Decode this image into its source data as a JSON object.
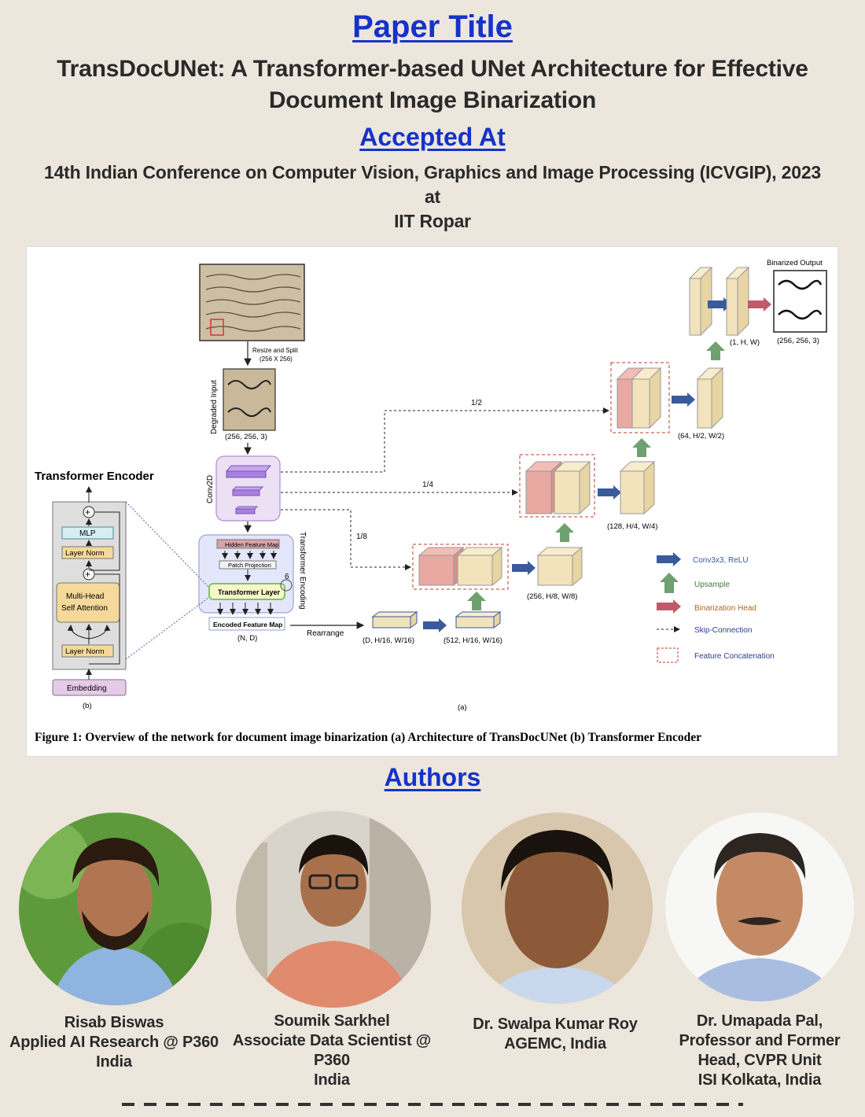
{
  "header": {
    "paper_title_heading": "Paper Title",
    "paper_title_line1": "TransDocUNet: A Transformer-based UNet Architecture for Effective",
    "paper_title_line2": "Document Image Binarization",
    "accepted_heading": "Accepted At",
    "conference": "14th Indian Conference on Computer Vision, Graphics and Image Processing (ICVGIP), 2023",
    "at": "at",
    "venue": "IIT Ropar"
  },
  "figure": {
    "caption": "Figure 1: Overview of the network for document image binarization (a) Architecture of TransDocUNet (b) Transformer Encoder",
    "labels": {
      "resize_split": "Resize and Split",
      "resize_dims": "(256 X 256)",
      "degraded_input": "Degraded Input",
      "input_shape": "(256, 256, 3)",
      "conv2d": "Conv2D",
      "hidden_feature_map": "Hidden Feature Map",
      "patch_projection": "Patch Projection",
      "transformer_layer": "Transformer Layer",
      "repeat": "6",
      "transformer_encoding": "Transformer Encoding",
      "encoded_feature_map": "Encoded Feature Map",
      "nd": "(N, D)",
      "rearrange": "Rearrange",
      "d_h16": "(D, H/16, W/16)",
      "c512_h16": "(512, H/16, W/16)",
      "c256_h8": "(256, H/8, W/8)",
      "c128_h4": "(128, H/4, W/4)",
      "c64_h2": "(64, H/2, W/2)",
      "c1_h": "(1, H, W)",
      "out_shape": "(256, 256, 3)",
      "binarized_output": "Binarized Output",
      "skip_half": "1/2",
      "skip_quarter": "1/4",
      "skip_eighth": "1/8",
      "label_a": "(a)",
      "label_b": "(b)",
      "te_title": "Transformer Encoder",
      "mlp": "MLP",
      "layer_norm": "Layer Norm",
      "mhsa_1": "Multi-Head",
      "mhsa_2": "Self Attention",
      "embedding": "Embedding"
    },
    "legend": {
      "conv": "Conv3x3, ReLU",
      "upsample": "Upsample",
      "bin_head": "Binarization Head",
      "skip": "Skip-Connection",
      "concat": "Feature Concatenation"
    },
    "colors": {
      "conv_arrow": "#3a5a9c",
      "up_arrow": "#6fa06f",
      "head_arrow": "#c05a6a",
      "feature_block": "#f2e3bc",
      "concat_block": "#e8a9a2",
      "concat_border": "#c0392b"
    }
  },
  "authors_heading": "Authors",
  "authors": [
    {
      "name": "Risab Biswas",
      "line2": "Applied AI Research @ P360",
      "line3": "India",
      "line4": ""
    },
    {
      "name": "Soumik Sarkhel",
      "line2": "Associate Data Scientist @ P360",
      "line3": "India",
      "line4": ""
    },
    {
      "name": "Dr. Swalpa Kumar Roy",
      "line2": "AGEMC, India",
      "line3": "",
      "line4": ""
    },
    {
      "name": "Dr. Umapada Pal,",
      "line2": "Professor and Former",
      "line3": "Head, CVPR Unit",
      "line4": "ISI Kolkata, India"
    }
  ]
}
